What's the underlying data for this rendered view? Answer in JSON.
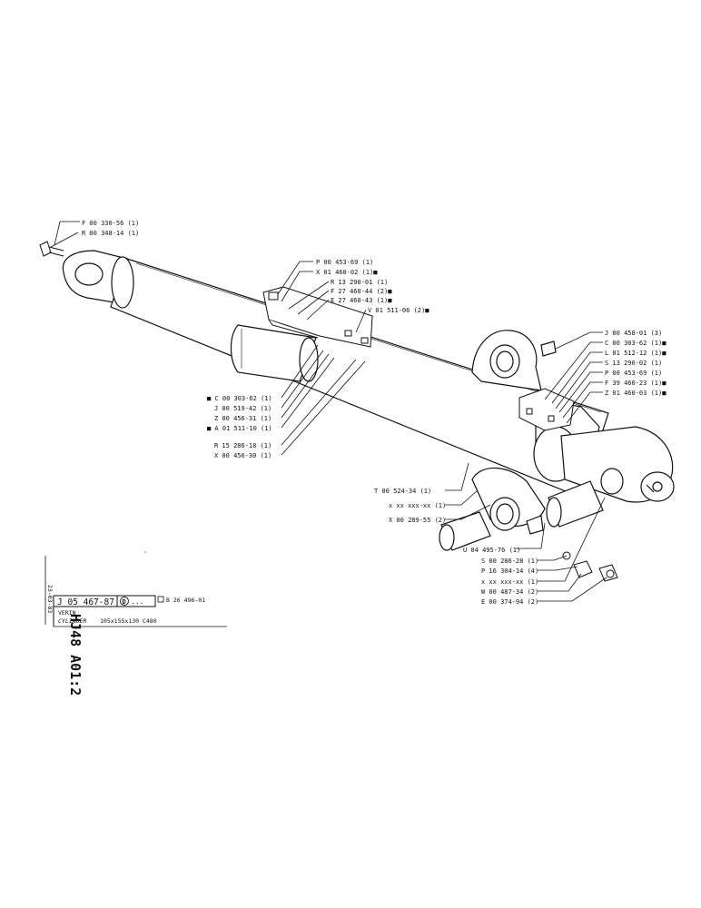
{
  "title_block": {
    "sheet_code": "HJ48 A01:2",
    "date": "23-03-83",
    "part_number": "J 05 467-87",
    "revision_mark": "D",
    "revision_suffix": "...",
    "reference": "B 26 496-01",
    "name_fr": "VERIN",
    "name_en": "CYLINDER",
    "specification": "105x155x130 C480"
  },
  "callouts_left_top": [
    "F 00 330-56 (1)",
    "R 00 348-14 (1)"
  ],
  "callouts_center_top": [
    "P 00 453-69 (1)",
    "X 01 460-02 (1)■",
    "R 13 290-01 (1)",
    "F 27 460-44 (2)■",
    "E 27 460-43 (1)■",
    "V 01 511-06 (2)■"
  ],
  "callouts_left_mid": [
    "■ C 00 303-62 (1)",
    "J 00 519-42 (1)",
    "Z 00 456-31 (1)",
    "■ A 01 511-10 (1)"
  ],
  "callouts_left_low": [
    "R 15 286-18 (1)",
    "X 00 456-30 (1)"
  ],
  "callouts_right_top": [
    "J 00 458-01 (3)",
    "C 00 303-62 (1)■",
    "L 01 512-12 (1)■",
    "S 13 290-02 (1)",
    "P 00 453-69 (1)",
    "F 39 460-23 (1)■",
    "Z 01 460-03 (1)■"
  ],
  "callouts_center_low": [
    "T 00 524-34 (1)",
    "x xx xxx-xx (1)",
    "X 00 289-55 (2)"
  ],
  "callouts_right_low": [
    "U 04 495-76 (1)",
    "S 00 286-28 (1)",
    "P 16 304-14 (4)",
    "x xx xxx-xx (1)",
    "W 00 487-34 (2)",
    "E 00 374-94 (2)"
  ]
}
